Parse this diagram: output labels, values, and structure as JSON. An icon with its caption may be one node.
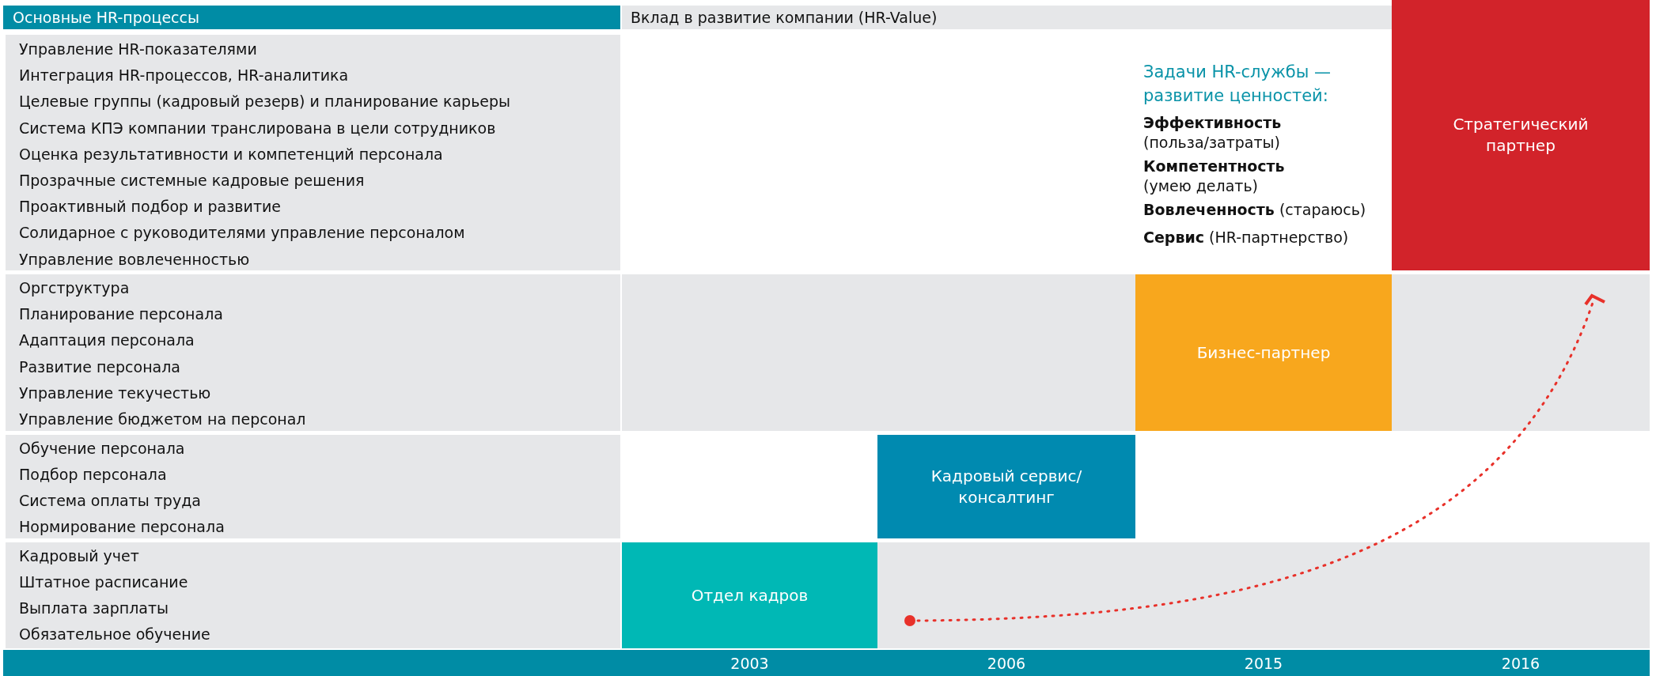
{
  "diagram": {
    "nodes": [
      {
        "text": [
          "Отдел кадров"
        ]
      },
      {
        "text": [
          "Кадровый сервис/ консалтинг"
        ]
      },
      {
        "text": [
          "Бизнес-партнер"
        ]
      },
      {
        "text": [
          "Стратегический партнер"
        ]
      }
    ],
    "labels": [
      "Основные HR-процессы",
      "Вклад в развитие компании (HR-Value)",
      "Управление HR-показателями",
      "Интеграция HR-процессов, HR-аналитика",
      "Целевые группы (кадровый резерв) и планирование карьеры",
      "Система КПЭ компании транслирована в цели сотрудников",
      "Оценка результативности и компетенций персонала",
      "Прозрачные системные кадровые решения",
      "Проактивный подбор и развитие",
      "Солидарное с руководителями управление персоналом",
      "Управление вовлеченностью",
      "Оргструктура",
      "Планирование персонала",
      "Адаптация персонала",
      "Развитие персонала",
      "Управление текучестью",
      "Управление бюджетом на персонал",
      "Обучение персонала",
      "Подбор персонала",
      "Система оплаты труда",
      "Нормирование персонала",
      "Кадровый учет",
      "Штатное расписание",
      "Выплата зарплаты",
      "Обязательное обучение",
      "Задачи HR-службы — развитие ценностей:",
      "**Эффективность** (польза/затраты)",
      "**Компетентность** (умею делать)",
      "**Вовлеченность** (стараюсь)",
      "**Сервис** (HR-партнерство)",
      "2003",
      "2006",
      "2015",
      "2016"
    ]
  }
}
